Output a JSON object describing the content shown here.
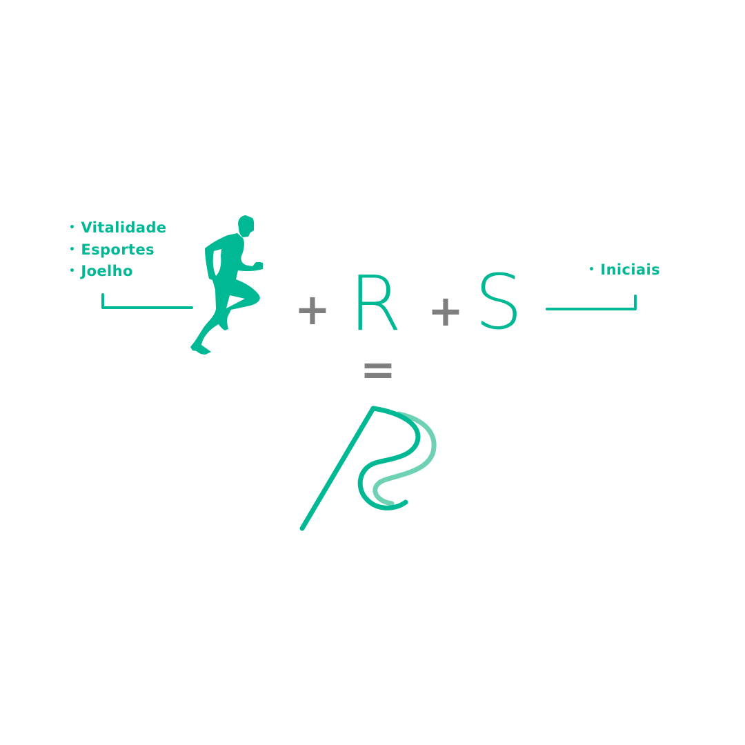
{
  "left_notes": [
    "Vitalidade",
    "Esportes",
    "Joelho"
  ],
  "right_notes": [
    "Iniciais"
  ],
  "bullet_glyph": "•",
  "formula": {
    "plus_1": "+",
    "letter_1": "R",
    "plus_2": "+",
    "letter_2": "S",
    "equals": "="
  },
  "icons": {
    "runner": "runner-silhouette-icon",
    "logo": "rs-monogram-logo"
  },
  "colors": {
    "accent": "#00b894",
    "accent_light": "#6fd1b4",
    "operator": "#7f7f7f",
    "background": "#ffffff"
  }
}
